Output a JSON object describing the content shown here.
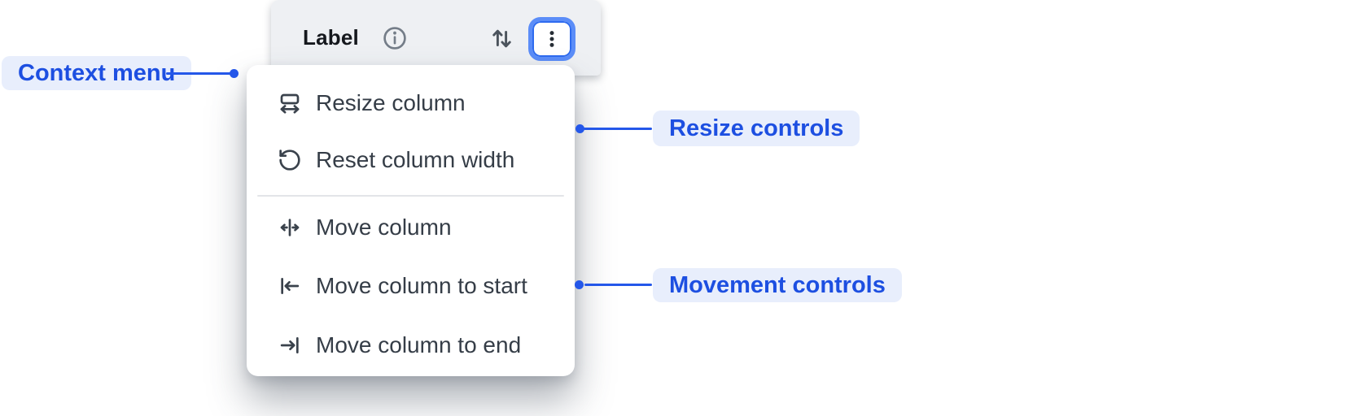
{
  "table_header": {
    "label": "Label",
    "icons": {
      "info": "info-icon",
      "sort": "sort-arrows-icon",
      "menu": "kebab-menu-icon"
    }
  },
  "context_menu": {
    "sections": [
      {
        "name": "resize",
        "items": [
          {
            "icon": "resize-column-icon",
            "label": "Resize column"
          },
          {
            "icon": "reset-column-width-icon",
            "label": "Reset column width"
          }
        ]
      },
      {
        "name": "movement",
        "items": [
          {
            "icon": "move-column-icon",
            "label": "Move column"
          },
          {
            "icon": "move-column-to-start-icon",
            "label": "Move column to start"
          },
          {
            "icon": "move-column-to-end-icon",
            "label": "Move column to end"
          }
        ]
      }
    ]
  },
  "annotations": {
    "context_menu_label": "Context menu",
    "resize_controls_label": "Resize controls",
    "movement_controls_label": "Movement controls"
  },
  "colors": {
    "annotation_blue": "#2457e9",
    "annotation_pill_bg": "#e8eefc",
    "annotation_text": "#1d4fe1",
    "focus_ring": "#5b8df8",
    "header_bg": "#eef0f3",
    "menu_bg": "#ffffff",
    "menu_text": "#353d47",
    "divider": "#e3e5e8"
  }
}
